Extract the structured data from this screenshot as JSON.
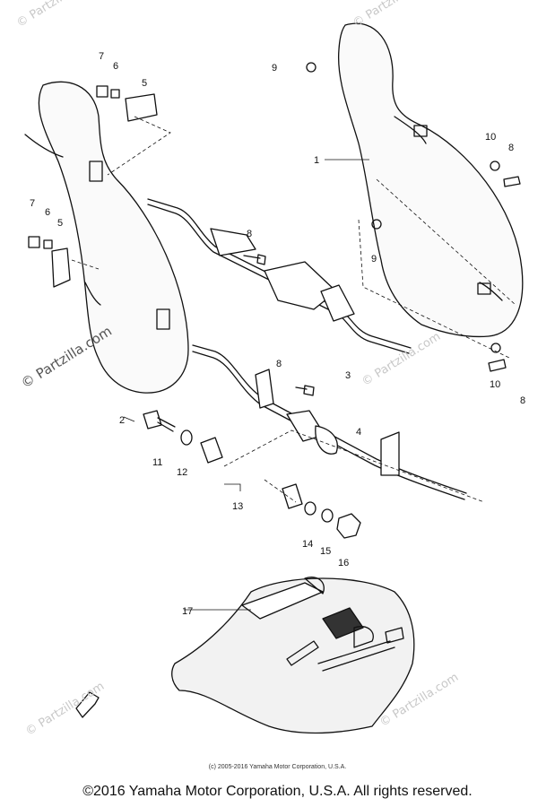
{
  "watermark": "© Partzilla.com",
  "part_numbers": [
    "1",
    "2",
    "3",
    "4",
    "5",
    "6",
    "7",
    "8",
    "9",
    "10",
    "11",
    "12",
    "13",
    "14",
    "15",
    "16",
    "17"
  ],
  "labels": {
    "p1": "1",
    "p2": "2",
    "p3": "3",
    "p4": "4",
    "p5a": "5",
    "p5b": "5",
    "p6a": "6",
    "p6b": "6",
    "p7a": "7",
    "p7b": "7",
    "p8a": "8",
    "p8b": "8",
    "p8c": "8",
    "p8d": "8",
    "p9a": "9",
    "p9b": "9",
    "p10a": "10",
    "p10b": "10",
    "p11": "11",
    "p12": "12",
    "p13": "13",
    "p14": "14",
    "p15": "15",
    "p16": "16",
    "p17": "17"
  },
  "caption_small": "(c) 2005-2016 Yamaha Motor Corporation, U.S.A.",
  "copyright": "©2016 Yamaha Motor Corporation, U.S.A. All rights reserved."
}
